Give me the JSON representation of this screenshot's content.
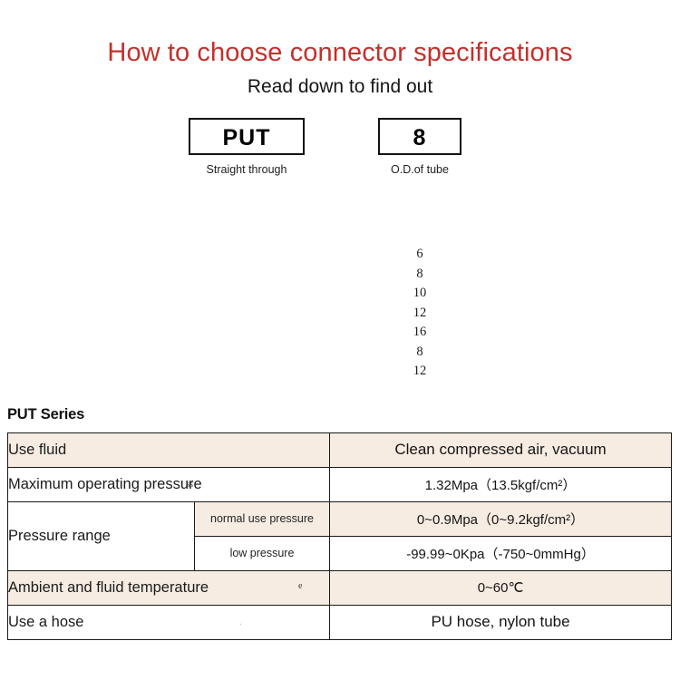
{
  "header": {
    "title": "How to choose connector specifications",
    "subtitle": "Read down to find out",
    "title_color": "#c4302b"
  },
  "selector": {
    "boxes": [
      {
        "code": "PUT",
        "caption": "Straight through"
      },
      {
        "code": "8",
        "caption": "O.D.of tube"
      }
    ],
    "od_options": [
      "6",
      "8",
      "10",
      "12",
      "16",
      "8",
      "12"
    ]
  },
  "spec": {
    "title": "PUT Series",
    "shade_color": "#f6ece2",
    "rows": [
      {
        "label": "Use fluid",
        "sub_label": null,
        "value": "Clean compressed air, vacuum",
        "shaded": true,
        "value_large": true
      },
      {
        "label": "Maximum operating pressure",
        "label_artifact": "ss",
        "sub_label": null,
        "value": "1.32Mpa（13.5kgf/cm²）",
        "shaded": false,
        "value_large": false
      },
      {
        "label": "Pressure range",
        "sub_label": "normal use pressure",
        "value": "0~0.9Mpa（0~9.2kgf/cm²）",
        "shaded": true,
        "value_large": false
      },
      {
        "label": null,
        "sub_label": "low pressure",
        "value": "-99.99~0Kpa（-750~0mmHg）",
        "shaded": false,
        "value_large": false
      },
      {
        "label": "Ambient and fluid temperature",
        "label_artifact": "e",
        "sub_label": null,
        "value": "0~60℃",
        "shaded": true,
        "value_large": false
      },
      {
        "label": "Use a hose",
        "label_artifact": ".",
        "sub_label": null,
        "value": "PU hose, nylon tube",
        "shaded": false,
        "value_large": true
      }
    ]
  }
}
